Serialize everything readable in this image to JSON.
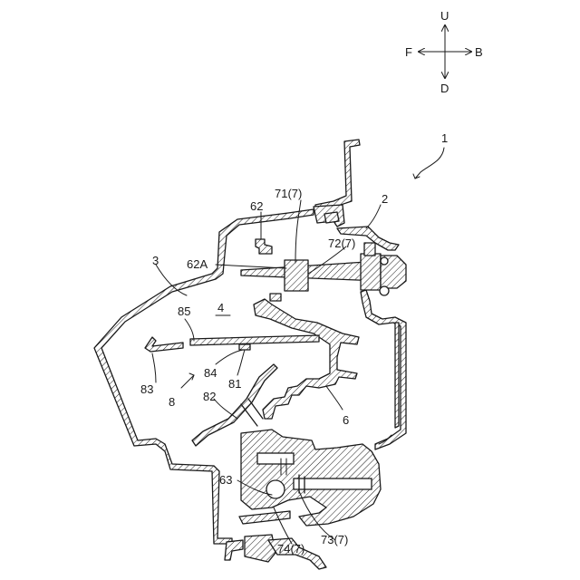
{
  "directions": {
    "up": "U",
    "down": "D",
    "front": "F",
    "back": "B"
  },
  "labels": {
    "ref_1": "1",
    "ref_2": "2",
    "ref_3": "3",
    "ref_4": "4",
    "ref_6": "6",
    "ref_8": "8",
    "ref_62": "62",
    "ref_62a": "62A",
    "ref_63": "63",
    "ref_71": "71(7)",
    "ref_72": "72(7)",
    "ref_73": "73(7)",
    "ref_74": "74(7)",
    "ref_81": "81",
    "ref_82": "82",
    "ref_83": "83",
    "ref_84": "84",
    "ref_85": "85"
  }
}
